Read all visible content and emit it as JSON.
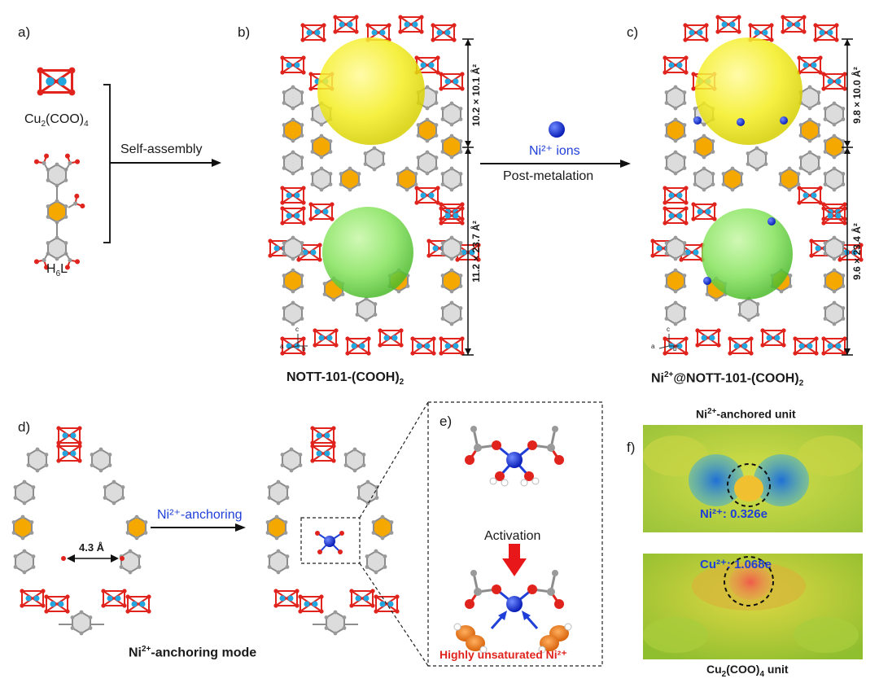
{
  "panels": {
    "a": "a)",
    "b": "b)",
    "c": "c)",
    "d": "d)",
    "e": "e)",
    "f": "f)"
  },
  "panel_a": {
    "cu_unit_label": "Cu",
    "cu_unit_sub": "2",
    "cu_unit_rest": "(COO)",
    "cu_unit_sub2": "4",
    "ligand_label": "H",
    "ligand_sub": "6",
    "ligand_rest": "L",
    "arrow_label": "Self-assembly"
  },
  "panel_b": {
    "title_main": "NOTT-101-(COOH)",
    "title_sub": "2",
    "dim_top": "10.2 × 10.1 Å²",
    "dim_bottom": "11.2 × 23.7 Å²",
    "arrow_label_top": "Ni²⁺ ions",
    "arrow_label_bottom": "Post-metalation"
  },
  "panel_c": {
    "title_prefix": "Ni",
    "title_sup": "2+",
    "title_main": "@NOTT-101-(COOH)",
    "title_sub": "2",
    "dim_top": "9.8 × 10.0 Å²",
    "dim_bottom": "9.6 × 23.4 Å²"
  },
  "axes_labels": {
    "a": "a",
    "b": "b",
    "c": "c"
  },
  "panel_d": {
    "distance": "4.3 Å",
    "arrow_label": "Ni²⁺-anchoring",
    "caption_prefix": "Ni",
    "caption_sup": "2+",
    "caption_rest": "-anchoring mode"
  },
  "panel_e": {
    "activation": "Activation",
    "caption": "Highly unsaturated Ni²⁺"
  },
  "panel_f": {
    "top_title_prefix": "Ni",
    "top_title_sup": "2+",
    "top_title_rest": "-anchored unit",
    "top_charge": "Ni²⁺: 0.326e",
    "bottom_charge": "Cu²⁺: 1.068e",
    "bottom_title_prefix": "Cu",
    "bottom_title_sub": "2",
    "bottom_title_mid": "(COO)",
    "bottom_title_sub2": "4",
    "bottom_title_rest": " unit"
  },
  "colors": {
    "carbon": "#9a9a9a",
    "oxygen": "#e0231d",
    "copper": "#22a6e0",
    "nickel": "#1f3fd8",
    "ring_fill": "#dcdcdc",
    "orange_ring": "#f5a800",
    "yellow_sphere": "#f2ef1a",
    "green_sphere": "#7fe05a"
  }
}
